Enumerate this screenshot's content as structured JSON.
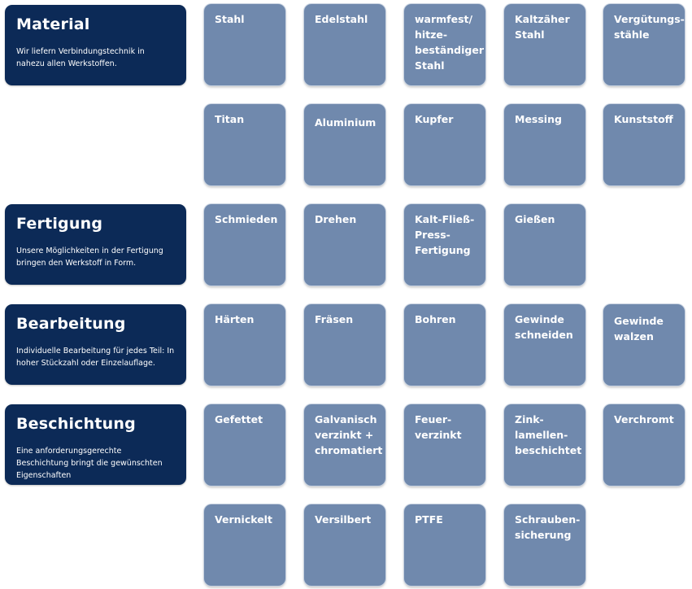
{
  "categories": {
    "material": {
      "title": "Material",
      "description": "Wir liefern Verbindungstechnik in nahezu allen Werkstoffen."
    },
    "fertigung": {
      "title": "Fertigung",
      "description": "Unsere Möglichkeiten in der Fertigung bringen den Werkstoff in Form."
    },
    "bearbeitung": {
      "title": "Bearbeitung",
      "description": "Individuelle Bearbeitung für jedes Teil: In hoher Stückzahl oder Einzelauflage."
    },
    "beschichtung": {
      "title": "Beschichtung",
      "description": "Eine anforderungsgerechte Beschichtung bringt die gewünschten Eigenschaften"
    }
  },
  "material": [
    "Stahl",
    "Edelstahl",
    "warmfest/\nhitze-\nbeständiger\nStahl",
    "Kaltzäher\nStahl",
    "Vergütungs-\nstähle",
    "Titan",
    "Aluminium",
    "Kupfer",
    "Messing",
    "Kunststoff"
  ],
  "fertigung": [
    "Schmieden",
    "Drehen",
    "Kalt-Fließ-\nPress-\nFertigung",
    "Gießen"
  ],
  "bearbeitung": [
    "Härten",
    "Fräsen",
    "Bohren",
    "Gewinde\nschneiden",
    "Gewinde\nwalzen"
  ],
  "beschichtung": [
    "Gefettet",
    "Galvanisch\nverzinkt +\nchromatiert",
    "Feuer-\nverzinkt",
    "Zink-\nlamellen-\nbeschichtet",
    "Verchromt",
    "Vernickelt",
    "Versilbert",
    "PTFE",
    "Schrauben-\nsicherung"
  ]
}
